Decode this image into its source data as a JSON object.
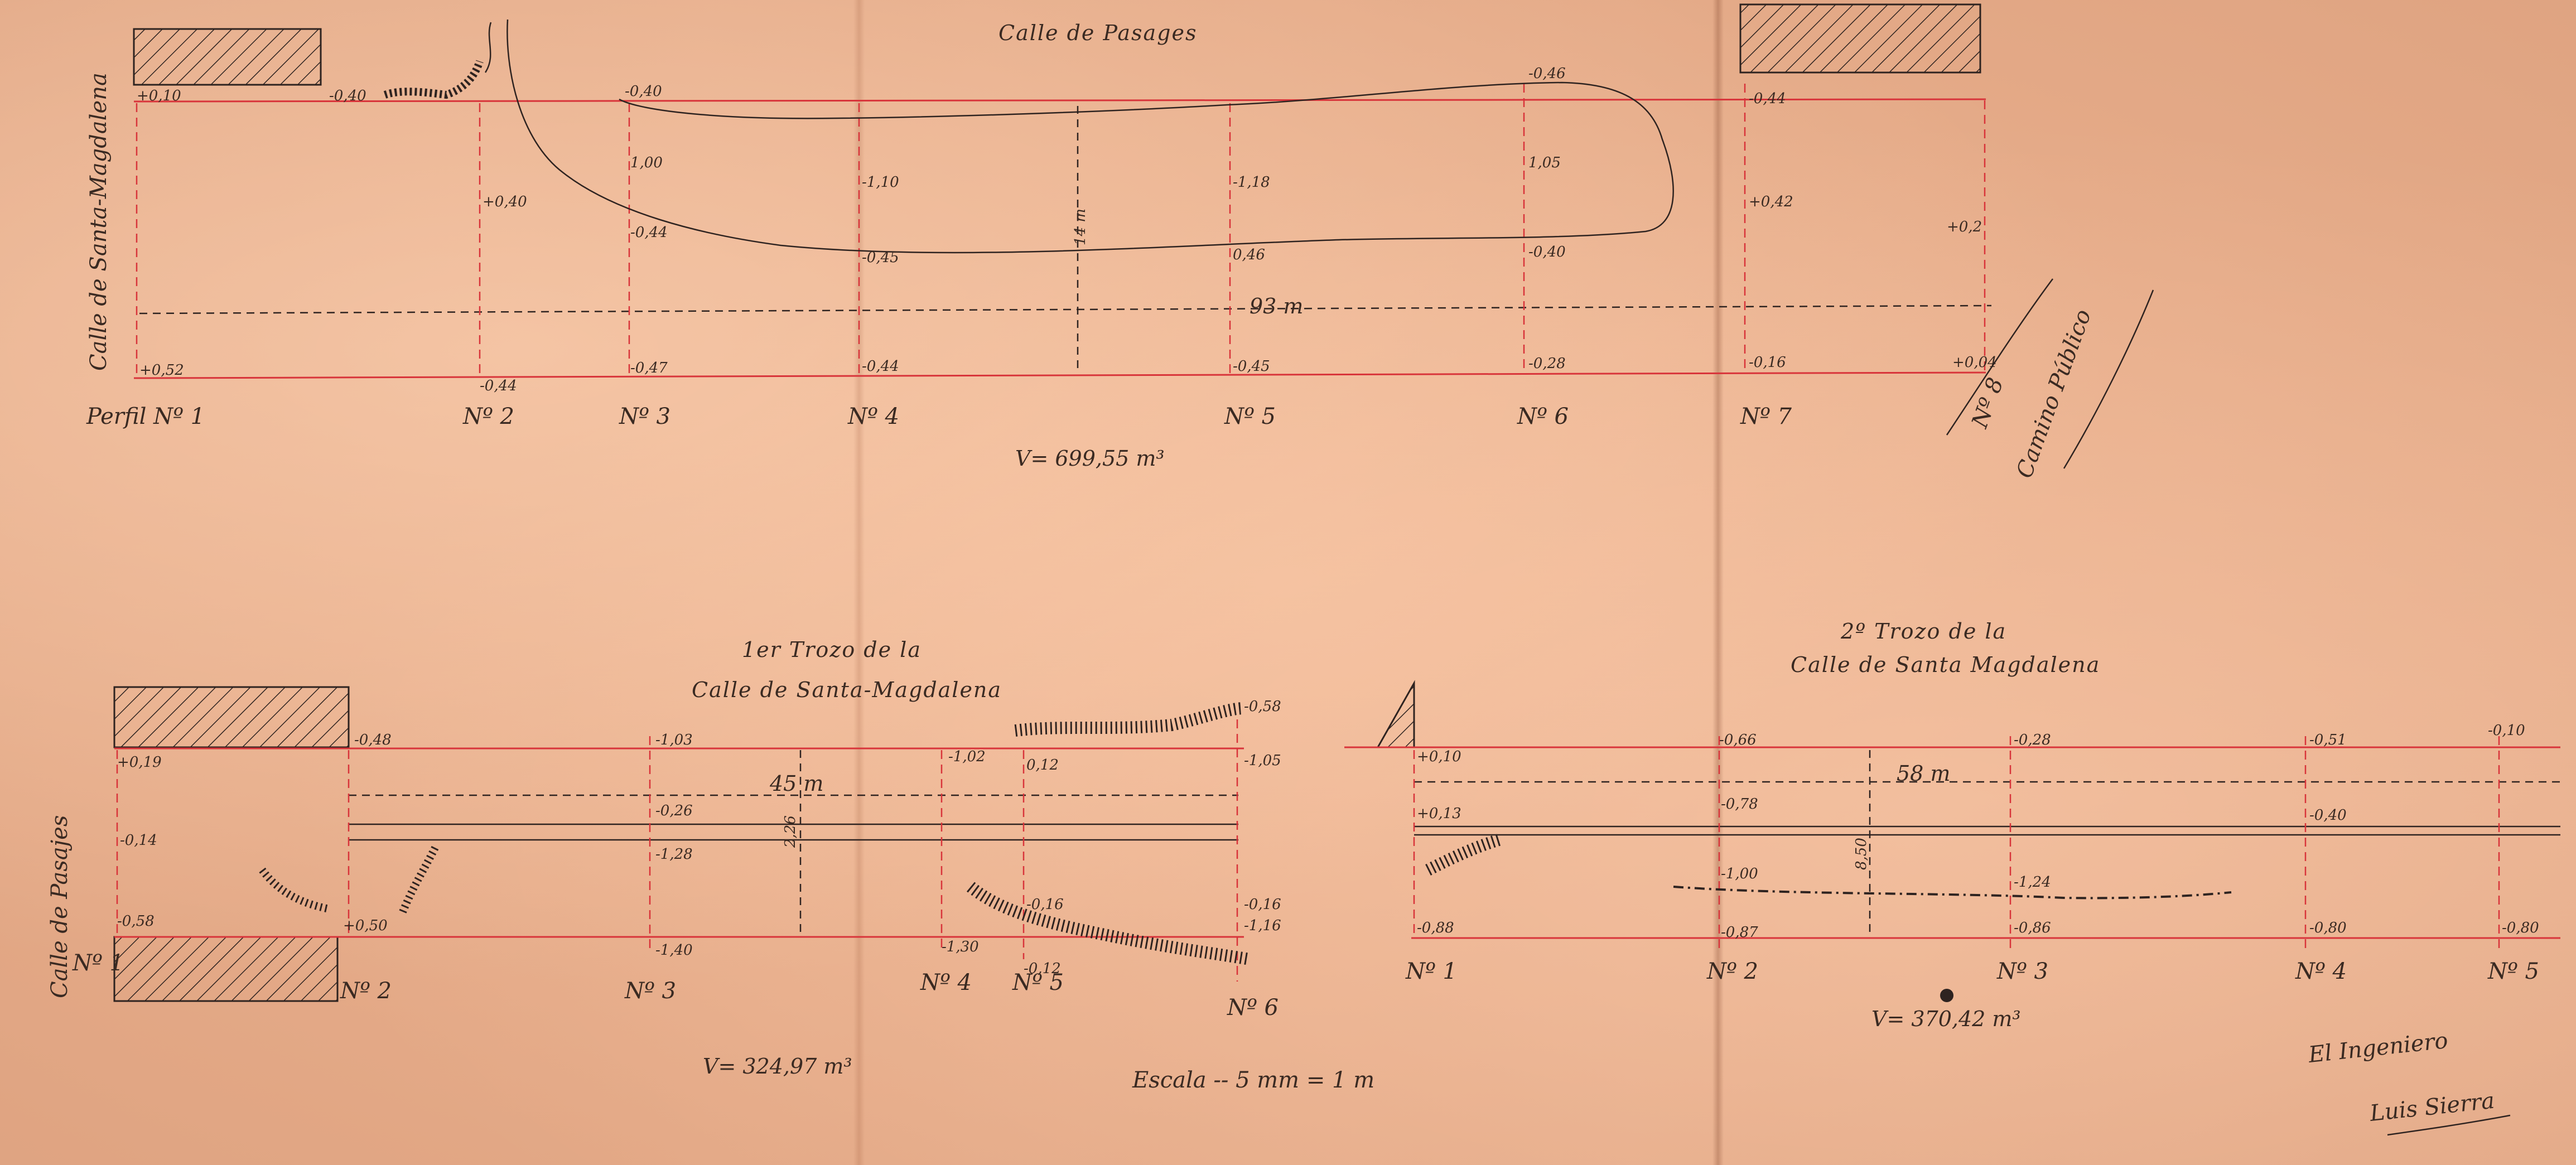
{
  "top_section": {
    "title": "Calle de Pasages",
    "street_left": "Calle de Santa-Magdalena",
    "street_right": "Camino Público",
    "length": "93 m",
    "width": "14 m",
    "volume": "V= 699,55 m³",
    "profile_labels": [
      "Perfil Nº 1",
      "Nº 2",
      "Nº 3",
      "Nº 4",
      "Nº 5",
      "Nº 6",
      "Nº 7",
      "Nº 8"
    ],
    "top_values": [
      "+0,10",
      "-0,40",
      "-0,40",
      "-0,46",
      "-0,44"
    ],
    "mid_values": [
      "1,00",
      "-1,10",
      "-1,18",
      "1,05",
      "+0,42",
      "+0,2",
      "+0,40"
    ],
    "low_values": [
      "-0,44",
      "-0,45",
      "0,46",
      "-0,40"
    ],
    "bottom_values": [
      "+0,52",
      "-0,44",
      "-0,47",
      "-0,44",
      "-0,45",
      "-0,28",
      "-0,16",
      "+0,04"
    ]
  },
  "section_1": {
    "title_line1": "1er Trozo de la",
    "title_line2": "Calle de Santa-Magdalena",
    "side_label": "Calle de Pasajes",
    "length": "45 m",
    "width": "2,26",
    "volume": "V= 324,97 m³",
    "scale": "Escala -- 5 mm = 1 m",
    "profile_labels": [
      "Nº 1",
      "Nº 2",
      "Nº 3",
      "Nº 4",
      "Nº 5",
      "Nº 6"
    ],
    "values_top": [
      "-0,48",
      "-1,03",
      "-1,02",
      "0,12",
      "-0,58",
      "-1,05"
    ],
    "values_left": [
      "+0,19",
      "-0,14",
      "-0,58"
    ],
    "values_mid": [
      "-0,26",
      "-1,28"
    ],
    "values_bottom": [
      "+0,50",
      "-1,40",
      "-1,30",
      "-0,16",
      "-0,12",
      "-0,16",
      "-1,16"
    ]
  },
  "section_2": {
    "title_line1": "2º Trozo de la",
    "title_line2": "Calle de Santa Magdalena",
    "length": "58 m",
    "width": "8,50",
    "volume": "V= 370,42 m³",
    "profile_labels": [
      "Nº 1",
      "Nº 2",
      "Nº 3",
      "Nº 4",
      "Nº 5"
    ],
    "values_top": [
      "+0,10",
      "-0,66",
      "-0,28",
      "-0,51",
      "-0,10"
    ],
    "values_mid": [
      "+0,13",
      "-0,78",
      "-0,40"
    ],
    "values_bottom": [
      "-1,00",
      "-1,24",
      "-0,88",
      "-0,87",
      "-0,86",
      "-0,80",
      "-0,80"
    ]
  },
  "signature": {
    "line1": "El Ingeniero",
    "line2": "Luis Sierra"
  },
  "colors": {
    "paper": "#efb693",
    "red_line": "#d8343a",
    "ink": "#2e2320"
  }
}
